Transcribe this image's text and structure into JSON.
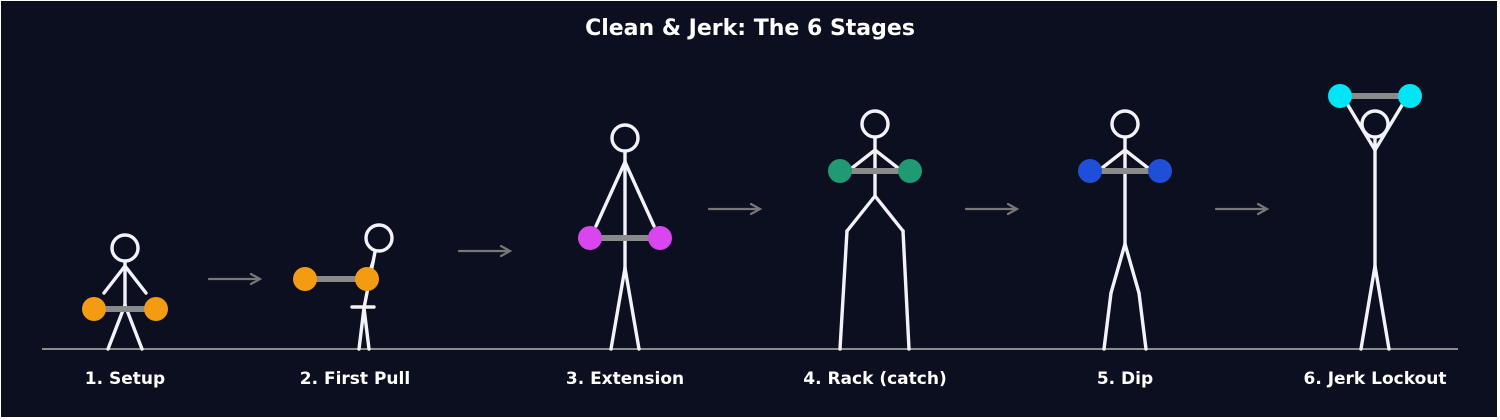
{
  "title": "Clean & Jerk: The 6 Stages",
  "stages": [
    {
      "label": "1. Setup",
      "plate_color": "#f39c12"
    },
    {
      "label": "2. First Pull",
      "plate_color": "#f39c12"
    },
    {
      "label": "3. Extension",
      "plate_color": "#d946ef"
    },
    {
      "label": "4. Rack (catch)",
      "plate_color": "#1f9a72"
    },
    {
      "label": "5. Dip",
      "plate_color": "#1f4fd8"
    },
    {
      "label": "6. Jerk Lockout",
      "plate_color": "#00e5f5"
    }
  ],
  "colors": {
    "background": "#0b0f1f",
    "figure": "#f2f2f8",
    "bar": "#8a8a8a",
    "arrow": "#777777"
  }
}
